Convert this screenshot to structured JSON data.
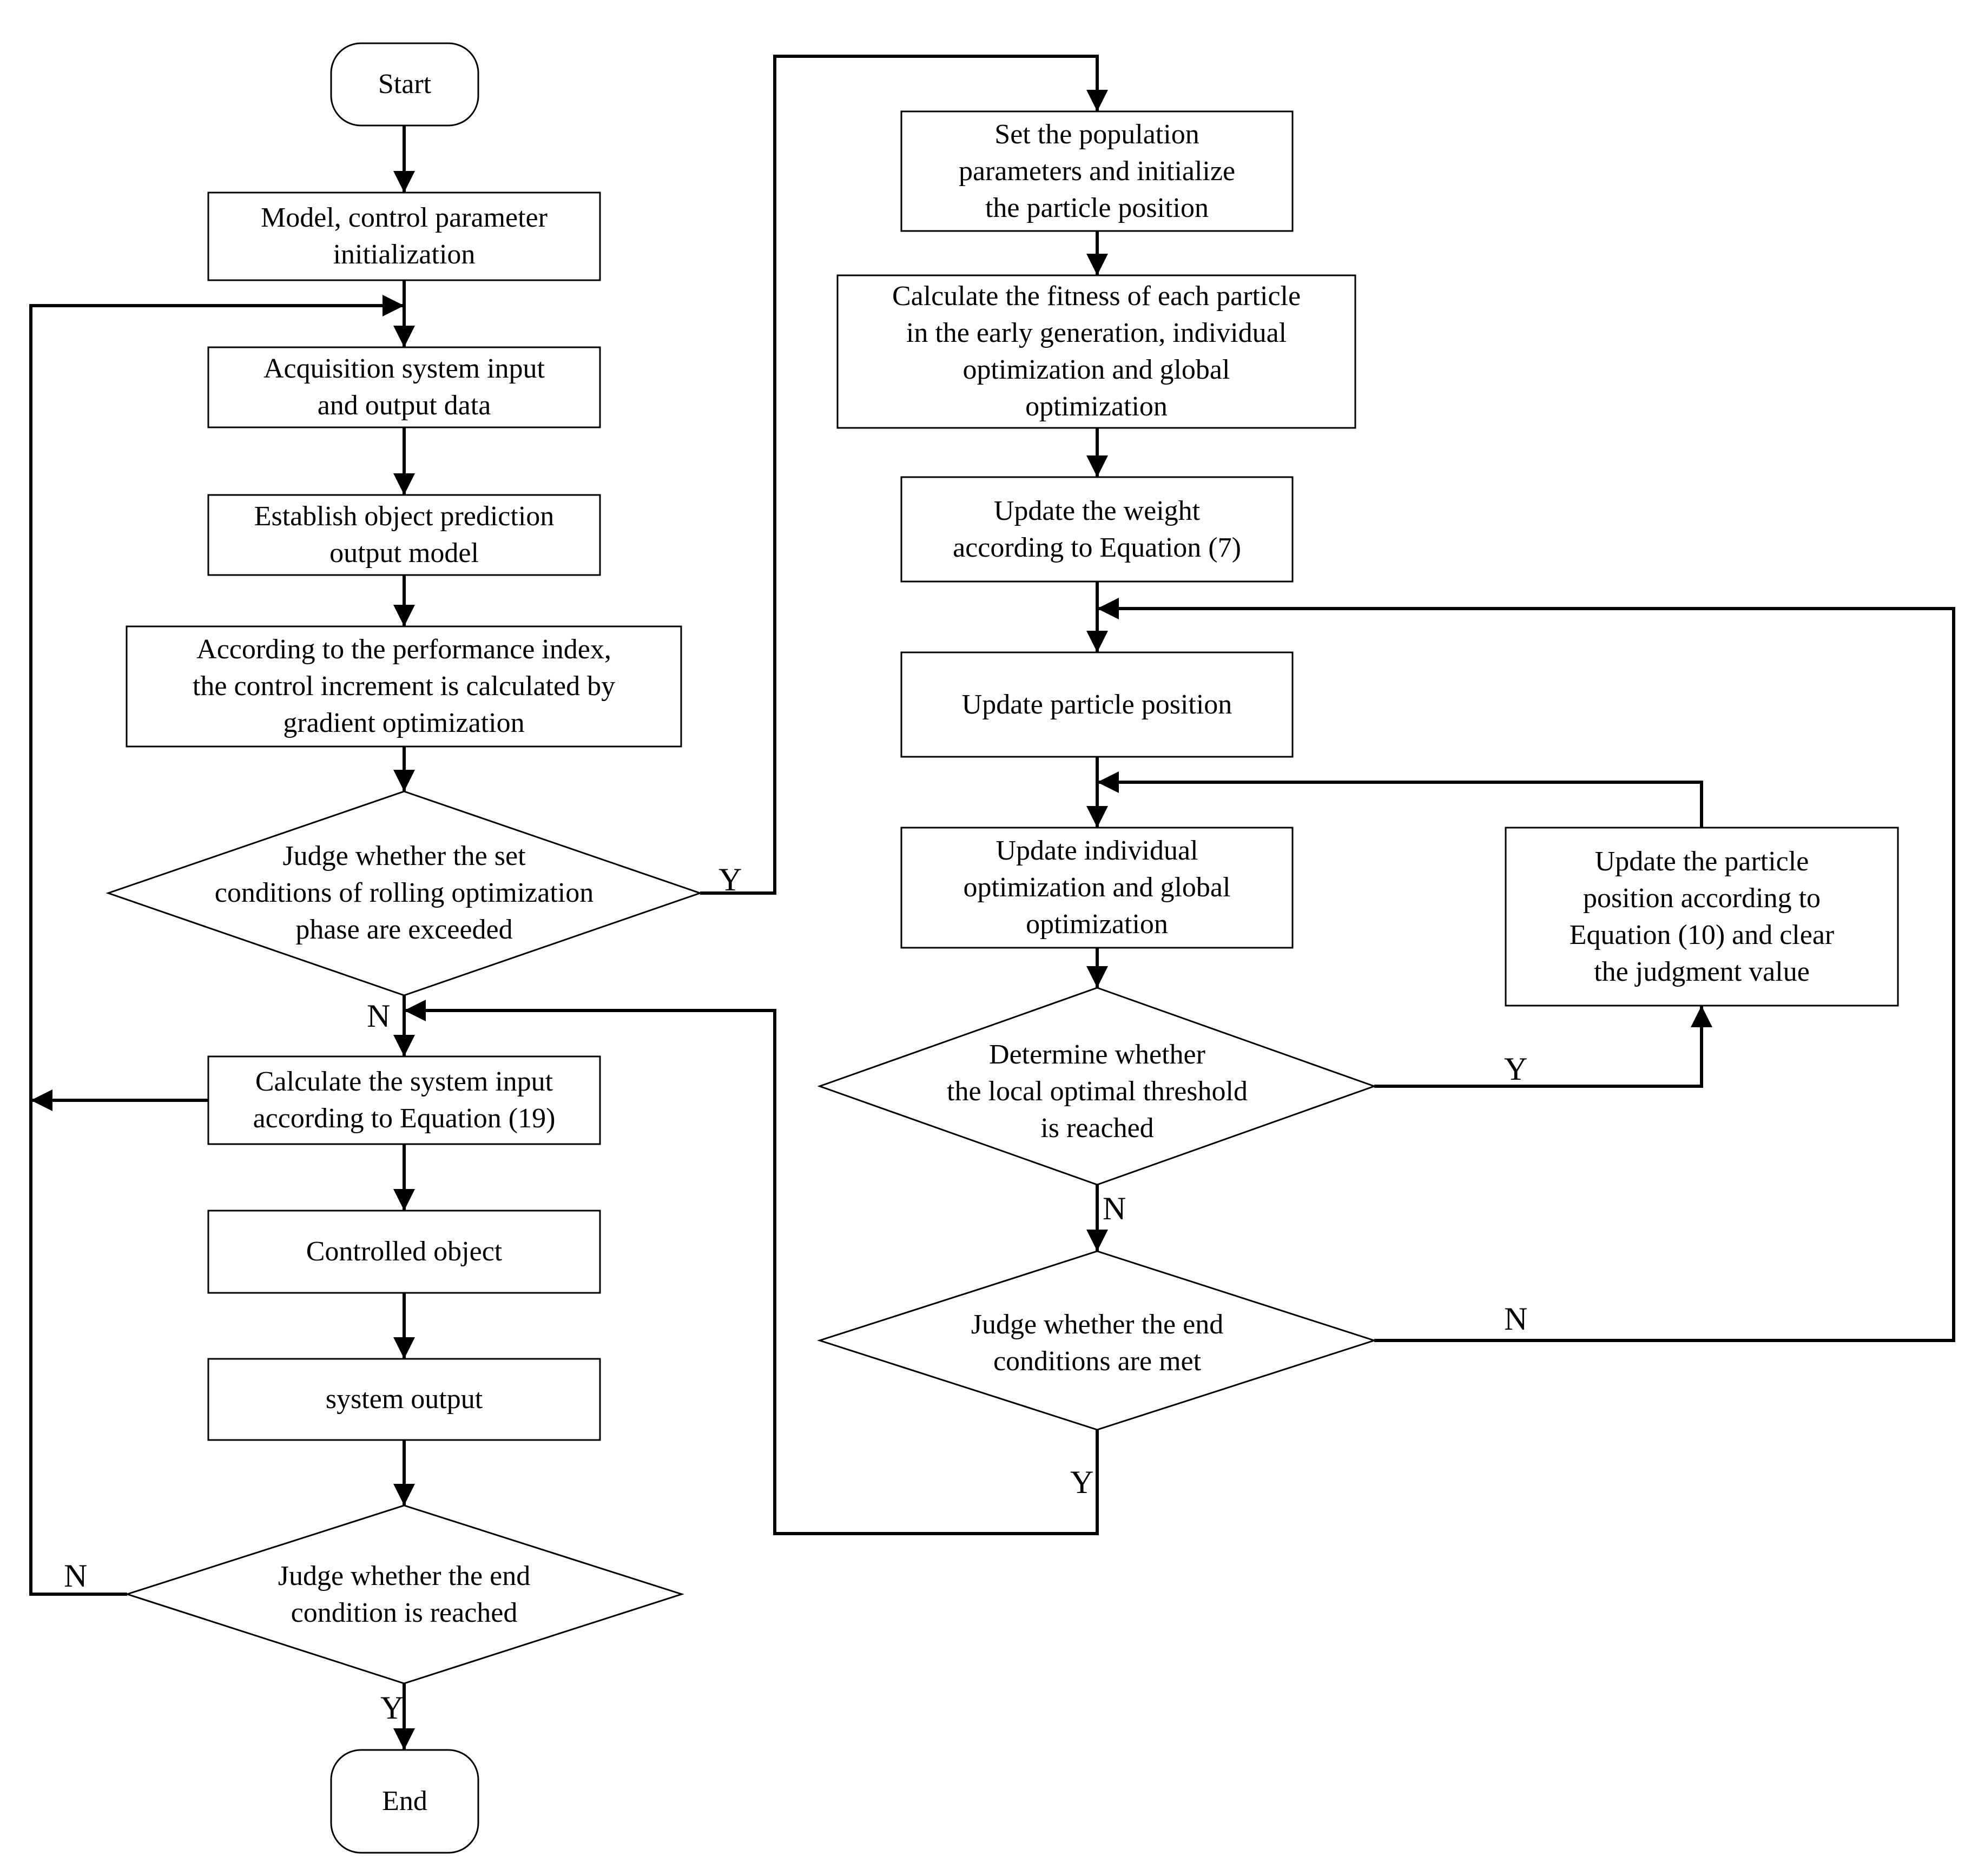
{
  "nodes": {
    "start": "Start",
    "model_init": "Model, control parameter\ninitialization",
    "acquisition": "Acquisition system input\nand output data",
    "establish_model": "Establish object prediction\noutput model",
    "performance_index": "According to the performance index,\nthe control increment is calculated by\ngradient optimization",
    "judge_rolling": "Judge whether the set\nconditions of rolling optimization\nphase are exceeded",
    "calc_input": "Calculate the system input\naccording to Equation (19)",
    "controlled_object": "Controlled object",
    "system_output": "system output",
    "judge_end_condition": "Judge whether the end\ncondition is reached",
    "end": "End",
    "set_population": "Set the population\nparameters and initialize\nthe particle position",
    "calc_fitness": "Calculate the fitness of each particle\nin the early generation, individual\noptimization and global\noptimization",
    "update_weight": "Update the weight\naccording to Equation (7)",
    "update_position": "Update particle position",
    "update_individual": "Update individual\noptimization and global\noptimization",
    "update_particle_eq10": "Update the particle\nposition according to\nEquation (10) and clear\nthe judgment value",
    "determine_threshold": "Determine whether\nthe local optimal threshold\nis reached",
    "judge_end_met": "Judge whether the end\nconditions are met"
  },
  "edge_labels": {
    "rolling_yes": "Y",
    "rolling_no": "N",
    "end_condition_no": "N",
    "end_condition_yes": "Y",
    "threshold_yes": "Y",
    "threshold_no": "N",
    "end_met_no": "N",
    "end_met_yes": "Y"
  }
}
